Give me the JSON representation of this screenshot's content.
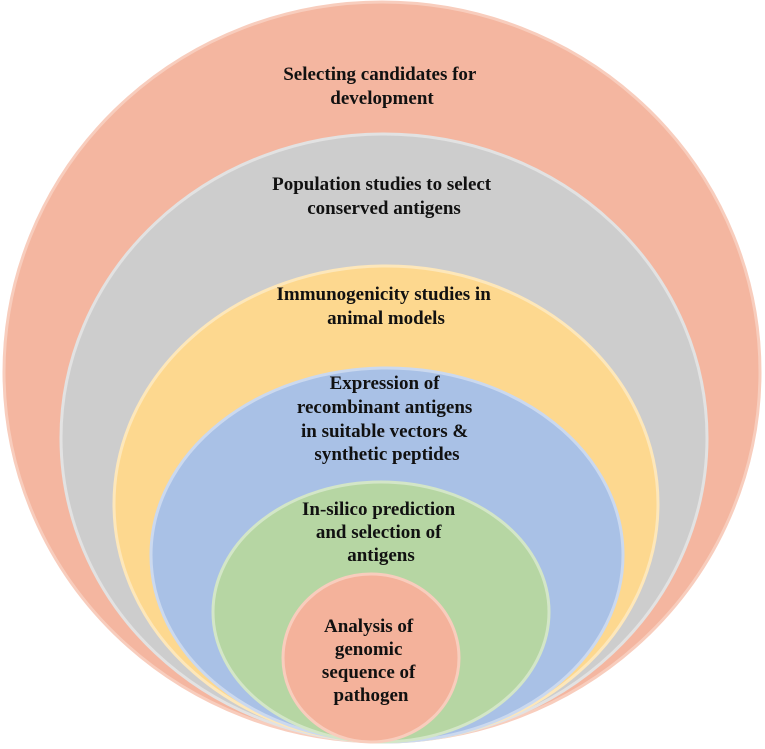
{
  "rings": [
    {
      "id": "selecting-candidates",
      "lines": [
        "Selecting candidates for",
        "development"
      ],
      "fill": "#f4b6a0",
      "stroke": "#f8cdbd"
    },
    {
      "id": "population-studies",
      "lines": [
        "Population studies to select",
        "conserved antigens"
      ],
      "fill": "#cdcdcd",
      "stroke": "#e2e2e2"
    },
    {
      "id": "immunogenicity-studies",
      "lines": [
        "Immunogenicity studies in",
        "animal models"
      ],
      "fill": "#fdd88f",
      "stroke": "#fde7ba"
    },
    {
      "id": "expression-recombinant",
      "lines": [
        "Expression of",
        "recombinant antigens",
        "in suitable vectors &",
        "synthetic peptides"
      ],
      "fill": "#a9c1e6",
      "stroke": "#cbd9ef"
    },
    {
      "id": "in-silico-prediction",
      "lines": [
        "In-silico prediction",
        "and selection of",
        "antigens"
      ],
      "fill": "#b6d6a3",
      "stroke": "#d3e6c7"
    },
    {
      "id": "genomic-analysis",
      "lines": [
        "Analysis of",
        "genomic",
        "sequence of",
        "pathogen"
      ],
      "fill": "#f4b29b",
      "stroke": "#f8cdbd"
    }
  ]
}
